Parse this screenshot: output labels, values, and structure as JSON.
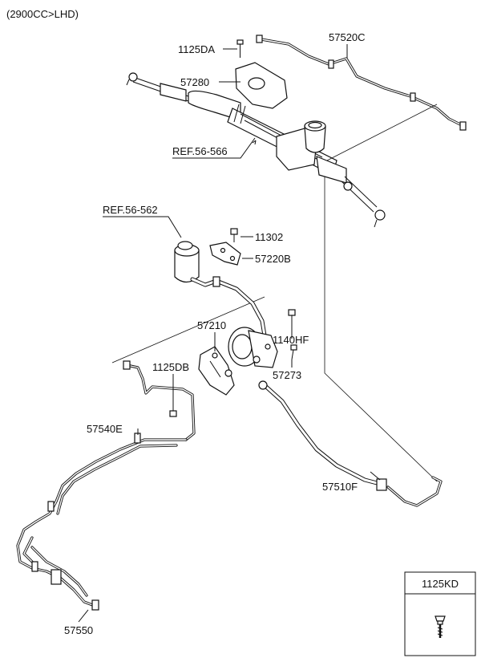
{
  "header": {
    "engine_note": "(2900CC>LHD)"
  },
  "callouts": {
    "p1125DA": "1125DA",
    "p57280": "57280",
    "p57520C": "57520C",
    "ref56566": "REF.56-566",
    "ref56562": "REF.56-562",
    "p11302": "11302",
    "p57220B": "57220B",
    "p57210": "57210",
    "p1140HF": "1140HF",
    "p1125DB": "1125DB",
    "p57273": "57273",
    "p57540E": "57540E",
    "p57510F": "57510F",
    "p57550": "57550"
  },
  "legend_box": {
    "code": "1125KD"
  },
  "icons": [
    "bolt-icon",
    "reservoir-icon",
    "pump-icon",
    "gear-rack-icon"
  ]
}
